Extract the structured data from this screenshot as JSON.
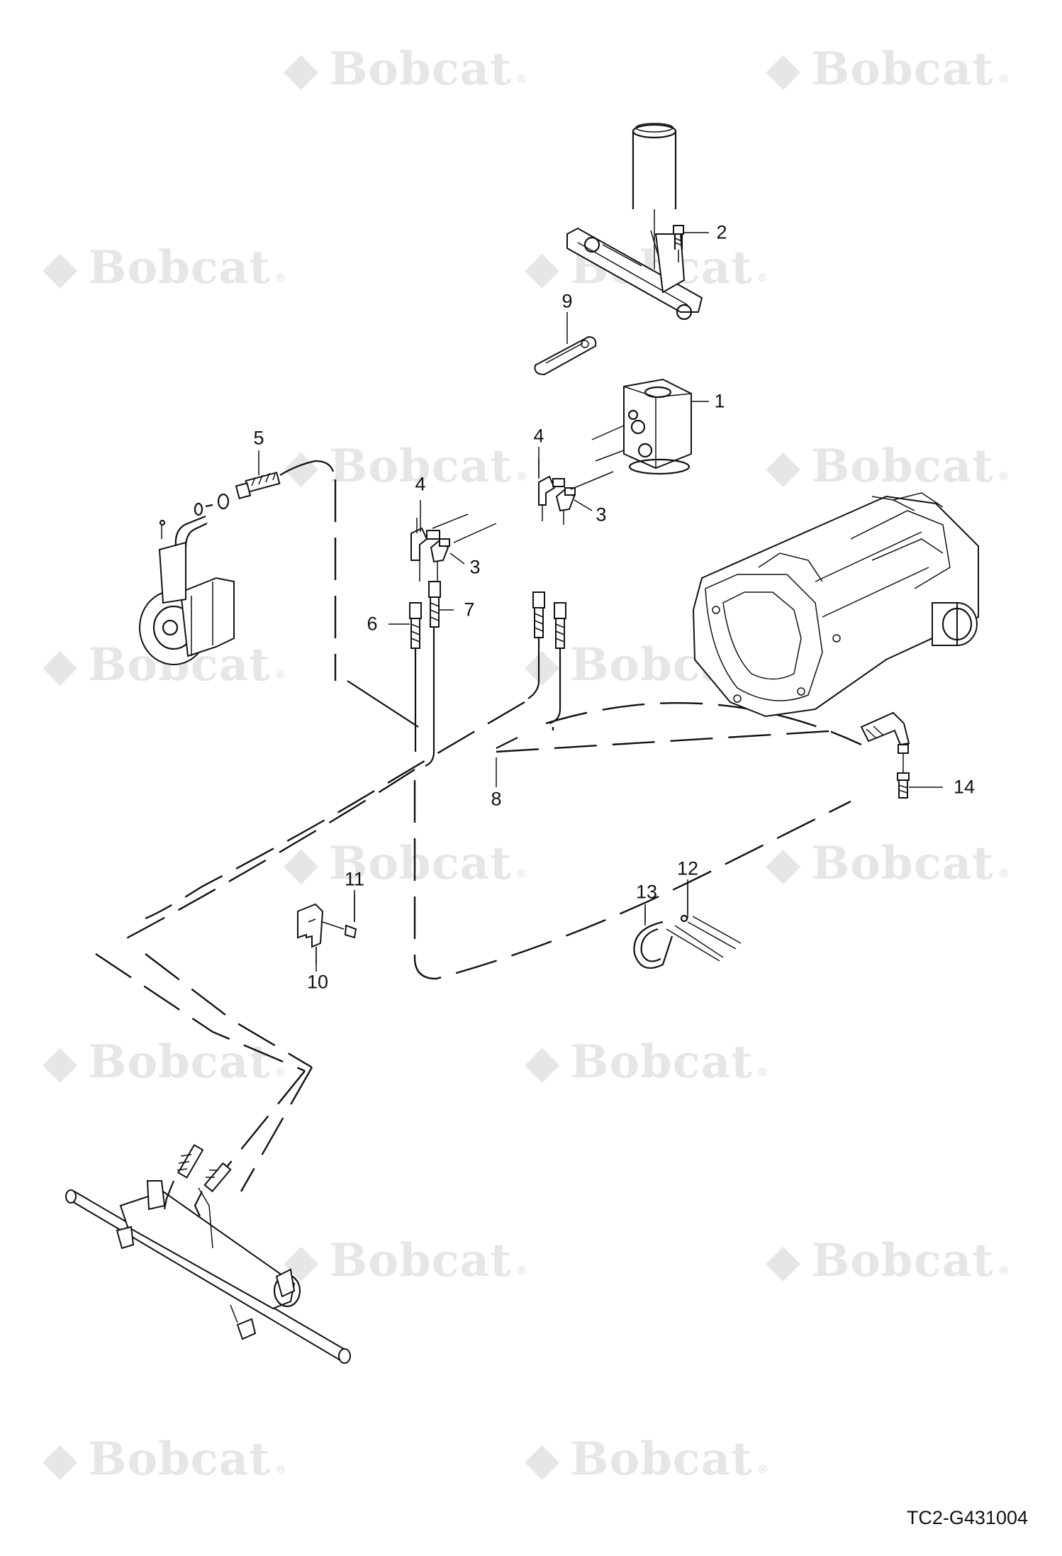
{
  "watermark": {
    "brand": "Bobcat",
    "registered": "®"
  },
  "callouts": [
    {
      "id": "1",
      "label": "1"
    },
    {
      "id": "2",
      "label": "2"
    },
    {
      "id": "3a",
      "label": "3"
    },
    {
      "id": "3b",
      "label": "3"
    },
    {
      "id": "4a",
      "label": "4"
    },
    {
      "id": "4b",
      "label": "4"
    },
    {
      "id": "5",
      "label": "5"
    },
    {
      "id": "6",
      "label": "6"
    },
    {
      "id": "7",
      "label": "7"
    },
    {
      "id": "8",
      "label": "8"
    },
    {
      "id": "9",
      "label": "9"
    },
    {
      "id": "10",
      "label": "10"
    },
    {
      "id": "11",
      "label": "11"
    },
    {
      "id": "12",
      "label": "12"
    },
    {
      "id": "13",
      "label": "13"
    },
    {
      "id": "14",
      "label": "14"
    }
  ],
  "drawing_code": "TC2-G431004"
}
